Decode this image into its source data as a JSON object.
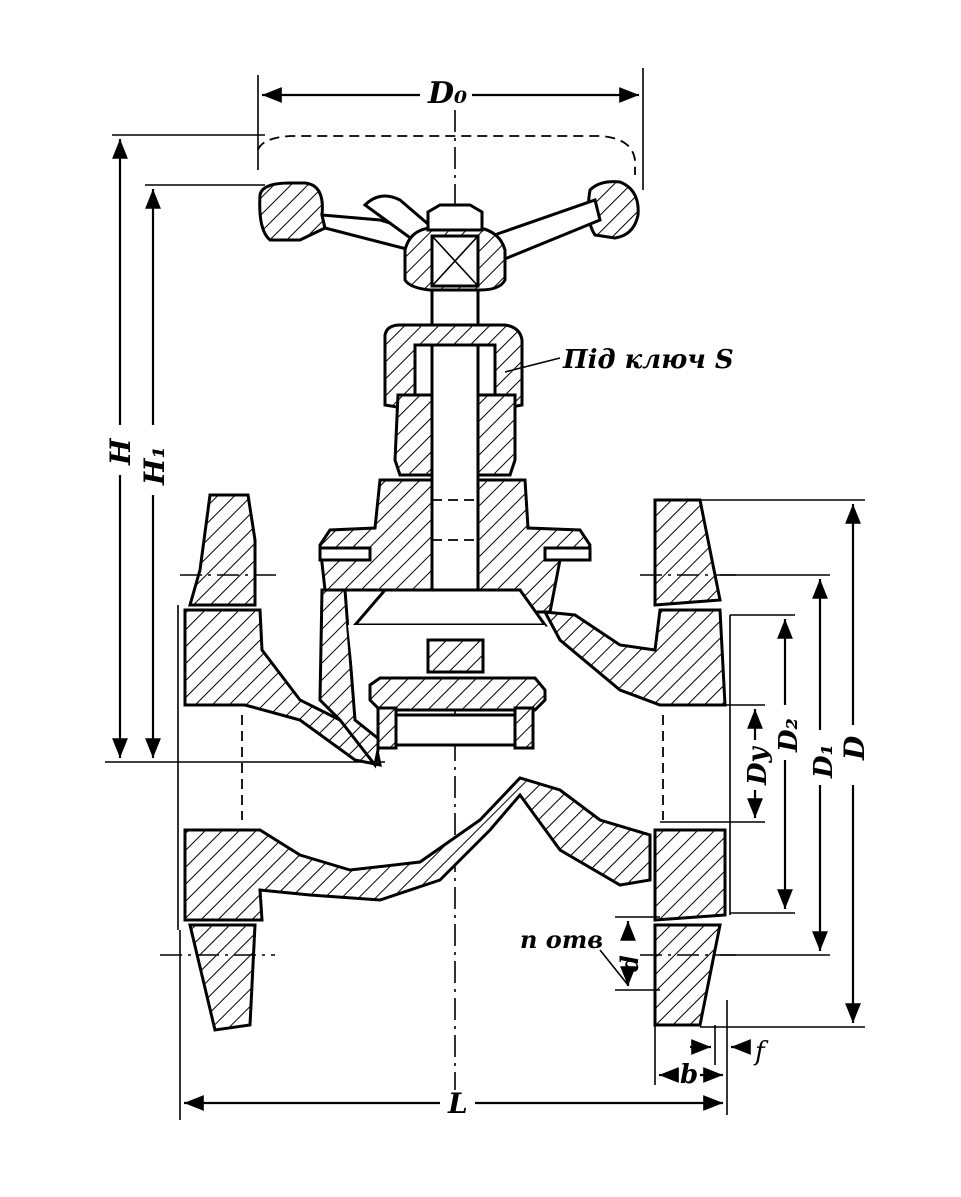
{
  "labels": {
    "D0": "D₀",
    "H": "H",
    "H1": "H₁",
    "wrench": "Під ключ S",
    "Dy": "Dу",
    "D2": "D₂",
    "D1": "D₁",
    "D": "D",
    "holes": "n отв",
    "d": "d",
    "f": "f",
    "b": "b",
    "L": "L"
  },
  "colors": {
    "ink": "#000000",
    "paper": "#ffffff"
  }
}
